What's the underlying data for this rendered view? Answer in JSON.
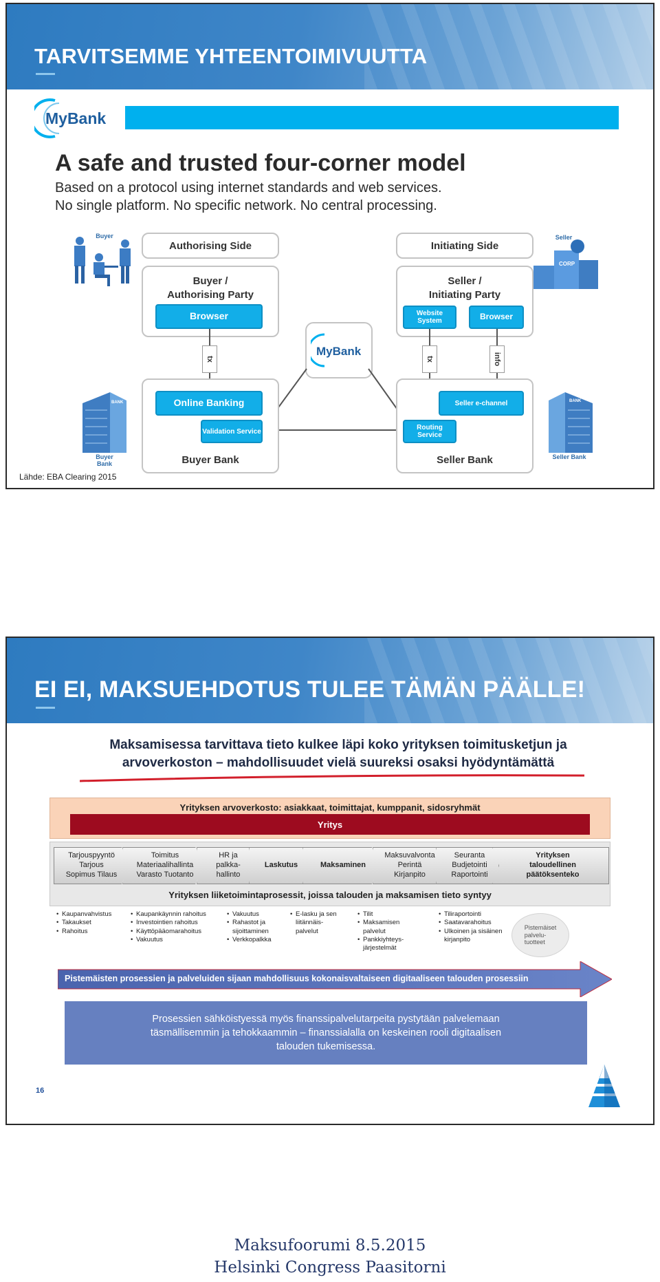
{
  "slide1": {
    "title": "TARVITSEMME YHTEENTOIMIVUUTTA",
    "logo_text": "MyBank",
    "heading": "A safe and trusted four-corner model",
    "subtitle_line1": "Based on a protocol using internet standards and web services.",
    "subtitle_line2": "No single platform. No specific network. No central processing.",
    "diagram": {
      "authorising_side": "Authorising Side",
      "initiating_side": "Initiating Side",
      "buyer_party_line1": "Buyer /",
      "buyer_party_line2": "Authorising Party",
      "seller_party_line1": "Seller /",
      "seller_party_line2": "Initiating Party",
      "browser_buyer": "Browser",
      "website_system": "Website System",
      "browser_seller": "Browser",
      "center_logo": "MyBank",
      "tx_left": "tx",
      "tx_right": "tx",
      "info": "info",
      "online_banking": "Online Banking",
      "validation_service": "Validation Service",
      "routing_service": "Routing Service",
      "seller_echannel": "Seller e-channel",
      "buyer_bank": "Buyer Bank",
      "seller_bank": "Seller Bank",
      "buyer_icon_label": "Buyer",
      "seller_icon_label": "Seller",
      "buyer_bank_icon_label": "Buyer Bank",
      "seller_bank_icon_label": "Seller Bank",
      "corp_label": "CORP",
      "bank_label_left": "BANK",
      "bank_label_right": "BANK"
    },
    "source": "Lähde: EBA Clearing 2015"
  },
  "slide2": {
    "title": "EI EI, MAKSUEHDOTUS TULEE TÄMÄN PÄÄLLE!",
    "heading_line1": "Maksamisessa tarvittava tieto kulkee läpi koko yrityksen toimitusketjun ja",
    "heading_line2": "arvoverkoston – mahdollisuudet vielä suureksi osaksi hyödyntämättä",
    "value_network": "Yrityksen arvoverkosto: asiakkaat,  toimittajat,  kumppanit, sidosryhmät",
    "company": "Yritys",
    "process_steps": [
      "Tarjouspyyntö\nTarjous\nSopimus Tilaus",
      "Toimitus\nMateriaalihallinta\nVarasto Tuotanto",
      "HR ja\npalkka-\nhallinto",
      "Laskutus",
      "Maksaminen",
      "Maksuvalvonta\nPerintä\nKirjanpito",
      "Seuranta\nBudjetointi\nRaportointi",
      "Yrityksen\ntaloudellinen\npäätöksenteko"
    ],
    "process_label": "Yrityksen liiketoimintaprosessit, joissa talouden ja maksamisen tieto syntyy",
    "bullet_columns": [
      [
        "Kaupanvahvistus",
        "Takaukset",
        "Rahoitus"
      ],
      [
        "Kaupankäynnin rahoitus",
        "Investointien rahoitus",
        "Käyttöpääomarahoitus",
        "Vakuutus"
      ],
      [
        "Vakuutus",
        "Rahastot ja\nsijoittaminen",
        "Verkkopalkka"
      ],
      [
        "E-lasku ja  sen\nliitännäis-\npalvelut"
      ],
      [
        "Tilit",
        "Maksamisen\npalvelut",
        "Pankkiyhteys-\njärjestelmät"
      ],
      [
        "Tiliraportointi",
        "Saatavarahoitus",
        "Ulkoinen ja sisäinen\nkirjanpito"
      ]
    ],
    "oval_text": "Pistemäiset\npalvelu-\ntuotteet",
    "arrow_text": "Pistemäisten prosessien ja palveluiden sijaan mahdollisuus kokonaisvaltaiseen digitaaliseen talouden prosessiin",
    "box_line1": "Prosessien sähköistyessä myös finanssipalvelutarpeita pystytään palvelemaan",
    "box_line2": "täsmällisemmin ja tehokkaammin – finanssialalla on keskeinen rooli digitaalisen",
    "box_line3": "talouden tukemisessa.",
    "page_number": "16"
  },
  "footer": {
    "line1": "Maksufoorumi 8.5.2015",
    "line2": "Helsinki Congress Paasitorni"
  },
  "colors": {
    "header_blue": "#2e7bc0",
    "mybank_cyan": "#00b0ee",
    "dark_red": "#9d0b1f",
    "arrow_blue": "#5570b8",
    "footer_navy": "#26396a"
  }
}
